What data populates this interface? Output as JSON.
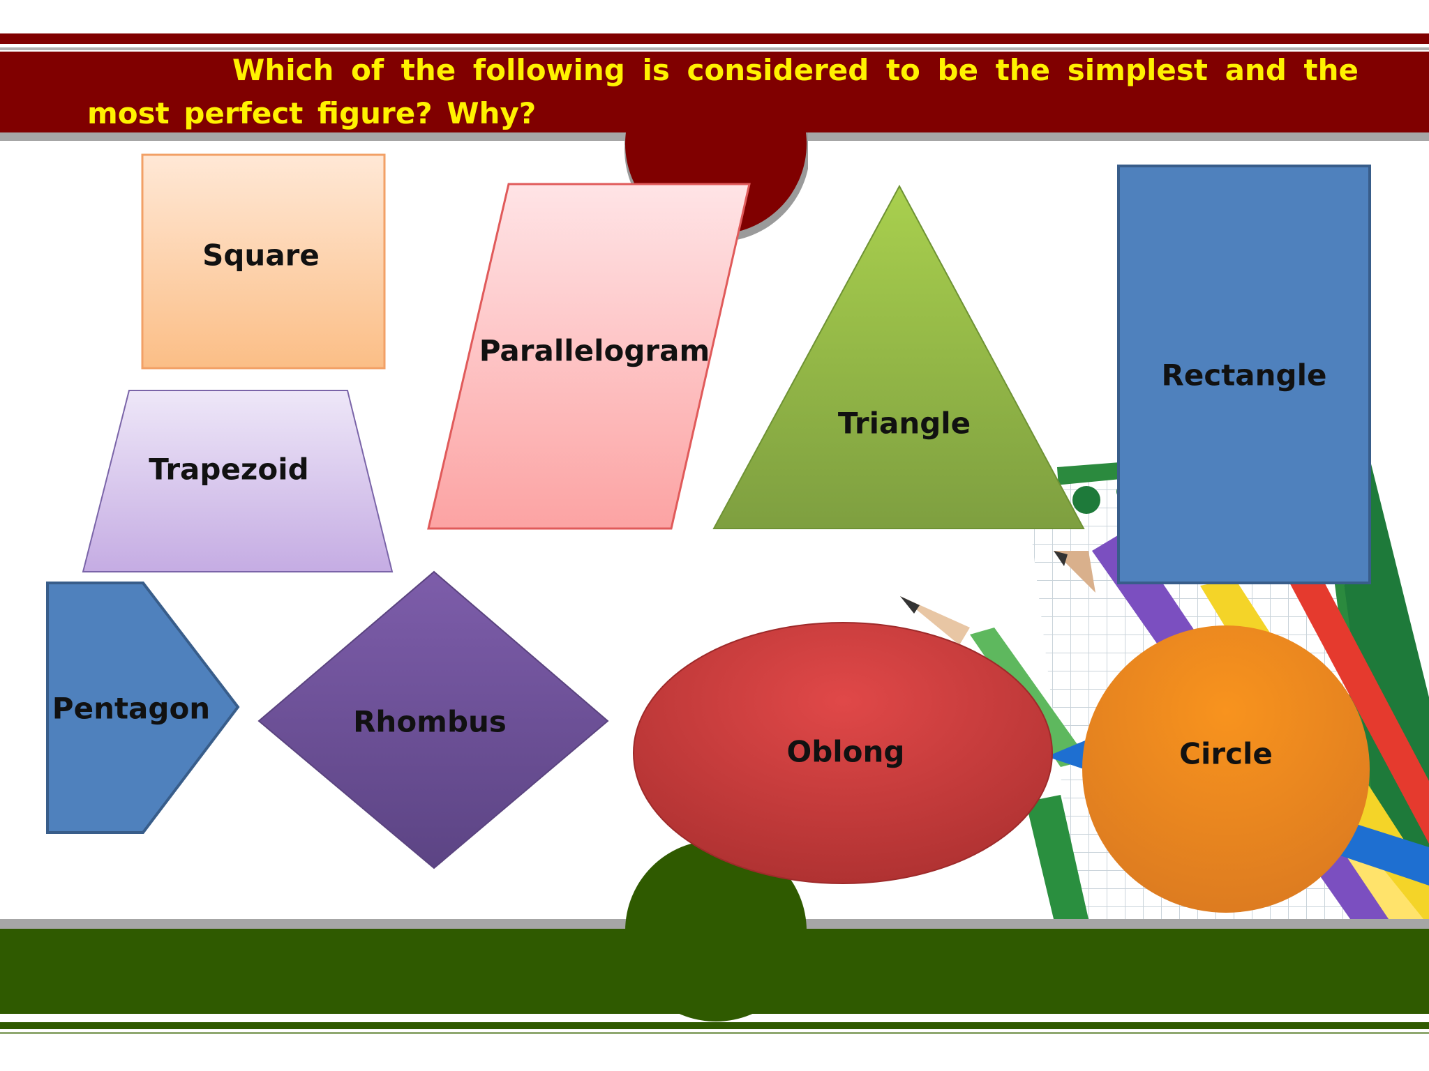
{
  "slide": {
    "question": "Which of the following is considered to be the simplest and the most perfect figure? Why?"
  },
  "shapes": {
    "square": "Square",
    "parallelogram": "Parallelogram",
    "triangle": "Triangle",
    "rectangle": "Rectangle",
    "trapezoid": "Trapezoid",
    "pentagon": "Pentagon",
    "rhombus": "Rhombus",
    "oblong": "Oblong",
    "circle": "Circle"
  },
  "colors": {
    "header": "#800000",
    "footer": "#2F5A00",
    "question_text": "#FFF200",
    "square": "#FBBE86",
    "parallelogram": "#FCA8A8",
    "triangle": "#8EB44A",
    "rectangle": "#4F81BD",
    "trapezoid": "#D2C1EA",
    "pentagon": "#4F81BD",
    "rhombus": "#6A4E96",
    "oblong": "#C43B3B",
    "circle": "#EF8A22"
  }
}
